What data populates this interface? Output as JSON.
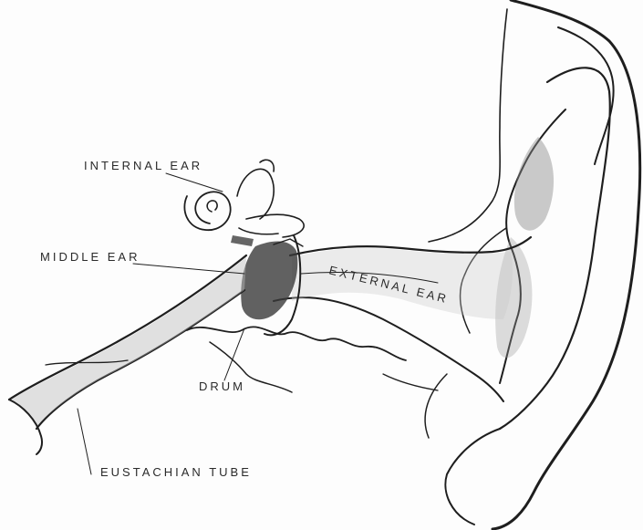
{
  "diagram": {
    "labels": {
      "internal_ear": "INTERNAL EAR",
      "middle_ear": "MIDDLE EAR",
      "external_ear": "EXTERNAL EAR",
      "drum": "DRUM",
      "eustachian_tube": "EUSTACHIAN TUBE"
    },
    "colors": {
      "ink": "#1e1e1e",
      "shade": "#8a8a8a",
      "paper": "#fdfdfd"
    }
  }
}
